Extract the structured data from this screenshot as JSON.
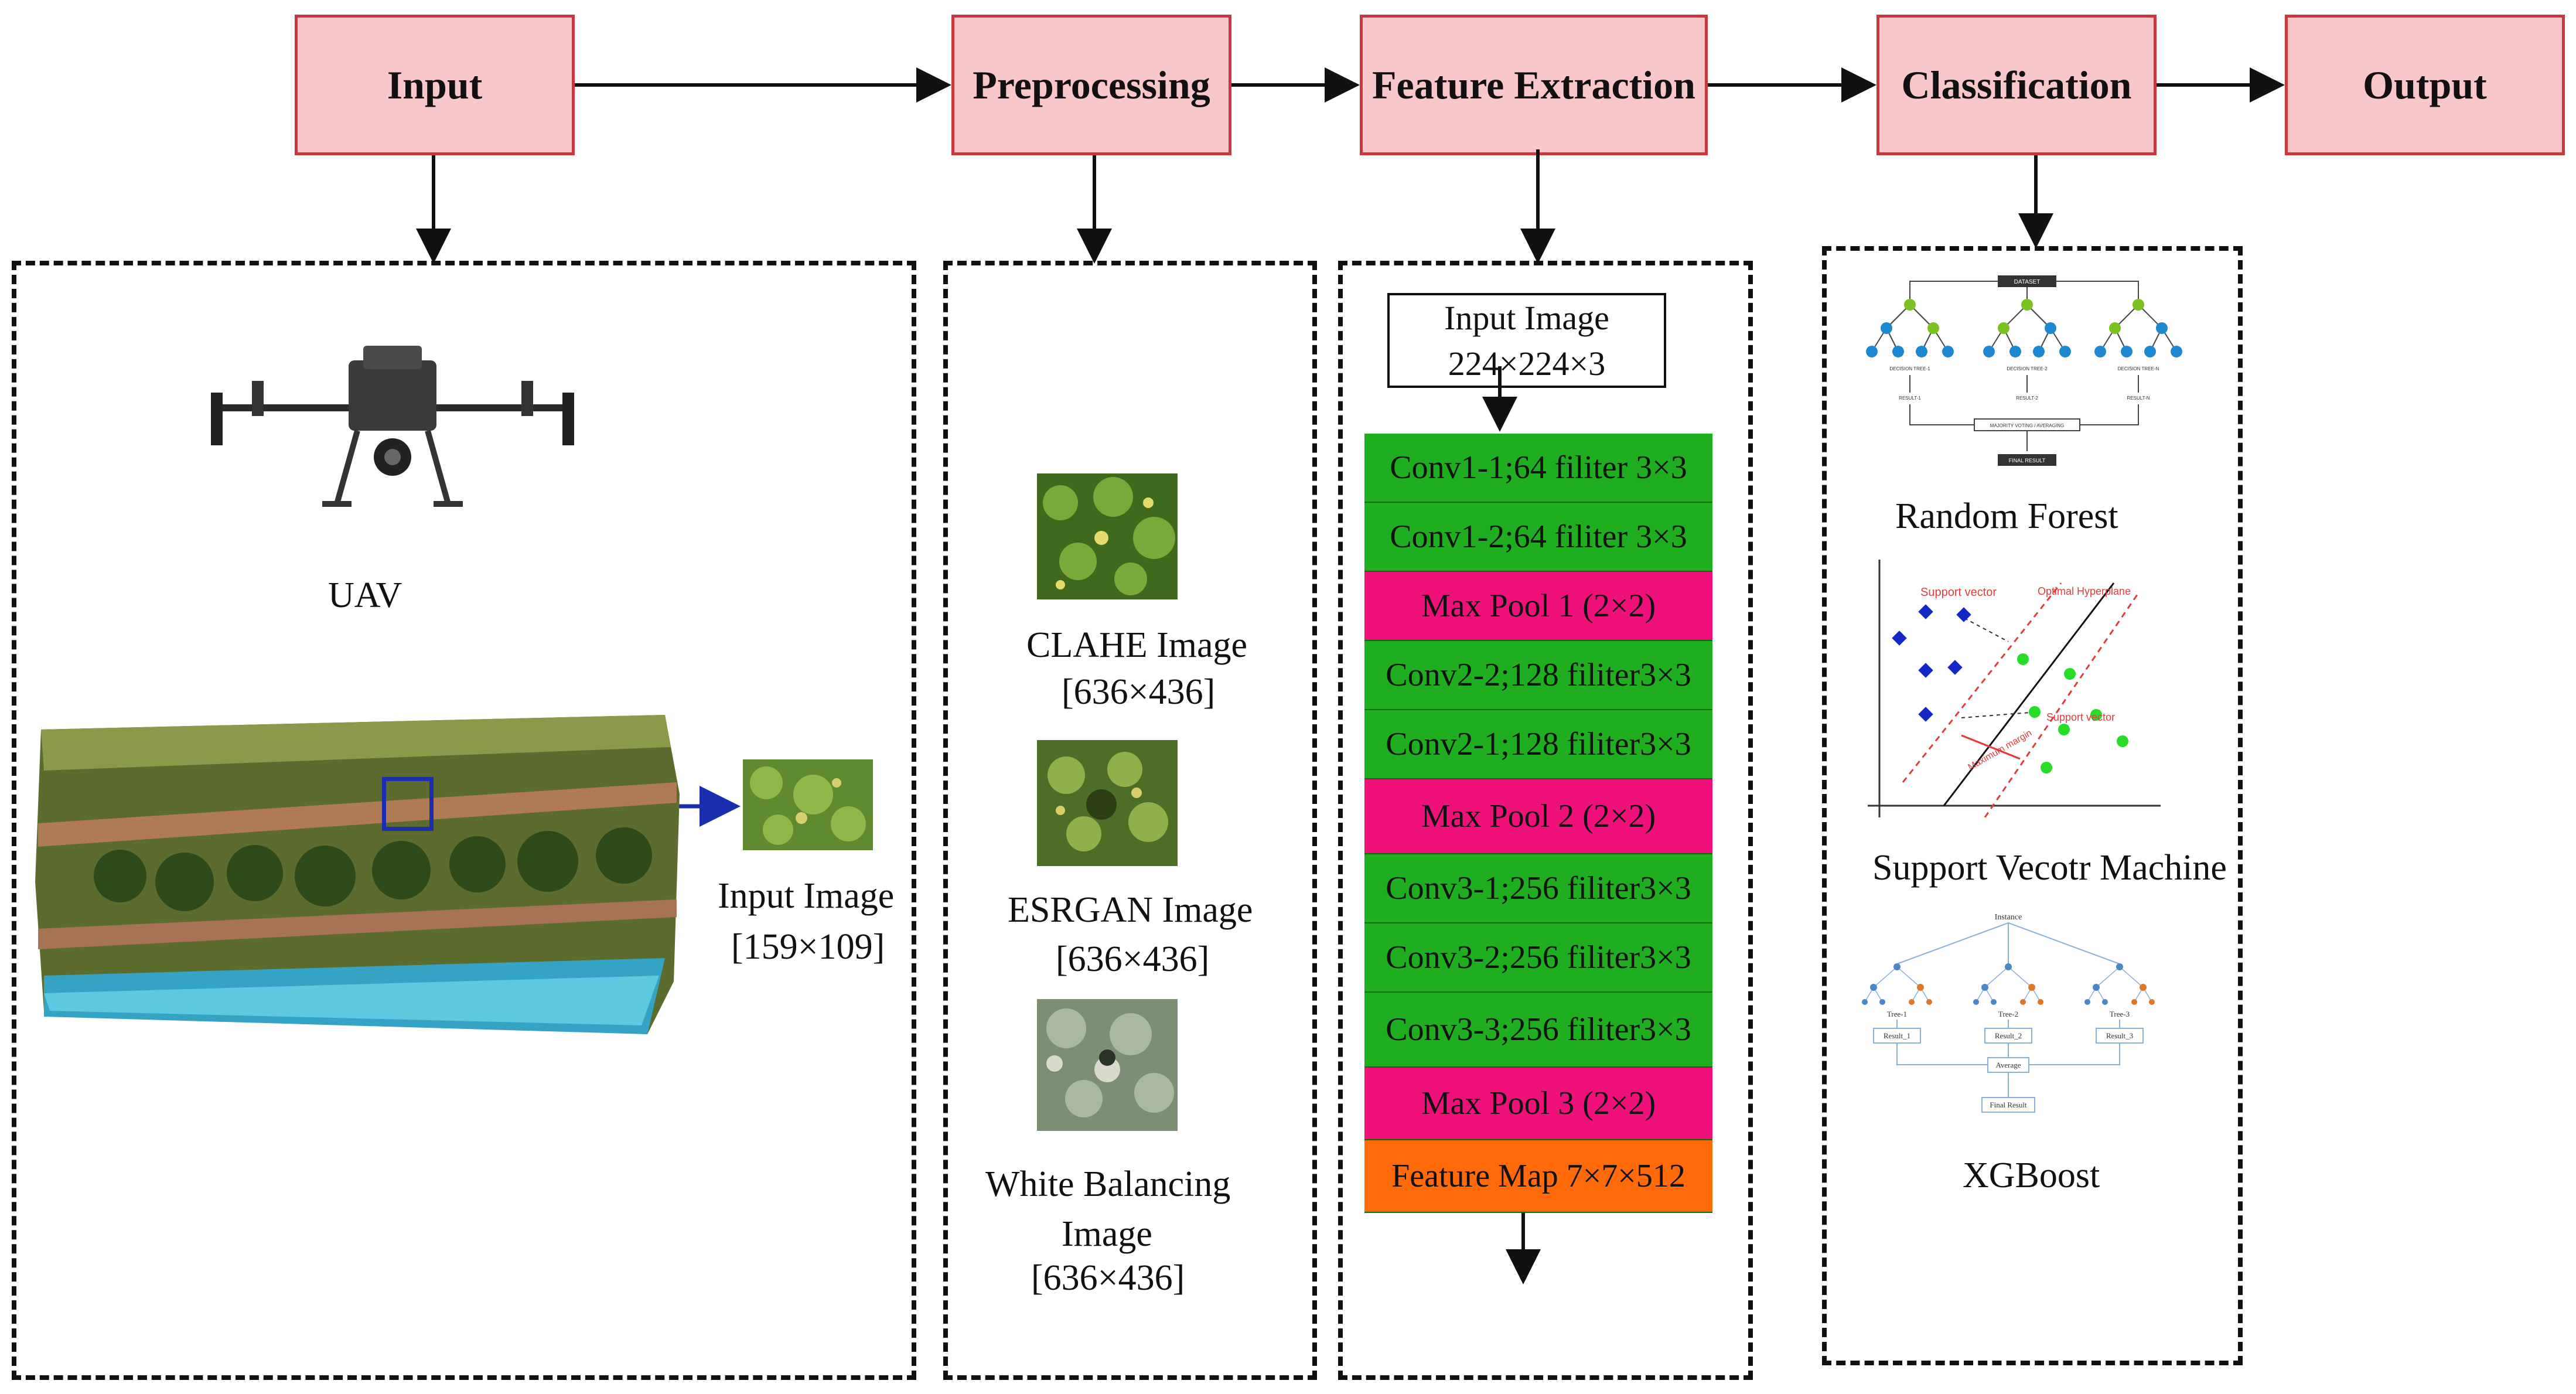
{
  "stages": [
    "Input",
    "Preprocessing",
    "Feature Extraction",
    "Classification",
    "Output"
  ],
  "input_panel": {
    "uav_label": "UAV",
    "input_image_label": "Input Image",
    "input_image_size": "[159×109]"
  },
  "preprocessing_panel": {
    "clahe_label": "CLAHE Image",
    "clahe_size": "[636×436]",
    "esrgan_label": "ESRGAN Image",
    "esrgan_size": "[636×436]",
    "wb_label_line1": "White Balancing",
    "wb_label_line2": "Image",
    "wb_size": "[636×436]"
  },
  "feature_panel": {
    "input_box_line1": "Input Image",
    "input_box_line2": "224×224×3",
    "layers": [
      {
        "label": "Conv1-1;64 filiter 3×3",
        "kind": "conv"
      },
      {
        "label": "Conv1-2;64 filiter 3×3",
        "kind": "conv"
      },
      {
        "label": "Max Pool 1 (2×2)",
        "kind": "pool"
      },
      {
        "label": "Conv2-2;128 filiter3×3",
        "kind": "conv"
      },
      {
        "label": "Conv2-1;128 filiter3×3",
        "kind": "conv"
      },
      {
        "label": "Max Pool 2 (2×2)",
        "kind": "pool"
      },
      {
        "label": "Conv3-1;256 filiter3×3",
        "kind": "conv"
      },
      {
        "label": "Conv3-2;256 filiter3×3",
        "kind": "conv"
      },
      {
        "label": "Conv3-3;256 filiter3×3",
        "kind": "conv"
      },
      {
        "label": "Max Pool 3 (2×2)",
        "kind": "pool"
      },
      {
        "label": "Feature Map 7×7×512",
        "kind": "map"
      }
    ]
  },
  "classification_panel": {
    "rf_label": "Random Forest",
    "rf_dataset": "DATASET",
    "rf_trees": [
      "DECISION TREE-1",
      "DECISION TREE-2",
      "DECISION TREE-N"
    ],
    "rf_results": [
      "RESULT-1",
      "RESULT-2",
      "RESULT-N"
    ],
    "rf_voting": "MAJORITY VOTING / AVERAGING",
    "rf_final": "FINAL RESULT",
    "svm_label": "Support Vecotr Machine",
    "svm_support_vector": "Support vector",
    "svm_optimal_hyperplane": "Optimal Hyperplane",
    "svm_margin": "Maximum margin",
    "xgb_label": "XGBoost",
    "xgb_instance": "Instance",
    "xgb_trees": [
      "Tree-1",
      "Tree-2",
      "Tree-3"
    ],
    "xgb_results": [
      "Result_1",
      "Result_2",
      "Result_3"
    ],
    "xgb_average": "Average",
    "xgb_final": "Final Result"
  },
  "colors": {
    "stage_fill": "#f8c7c9",
    "stage_border": "#c9383f",
    "conv": "#1fae1f",
    "pool": "#f0107a",
    "feature_map": "#ff6a0a",
    "input_arrow": "#1a2fb0"
  }
}
